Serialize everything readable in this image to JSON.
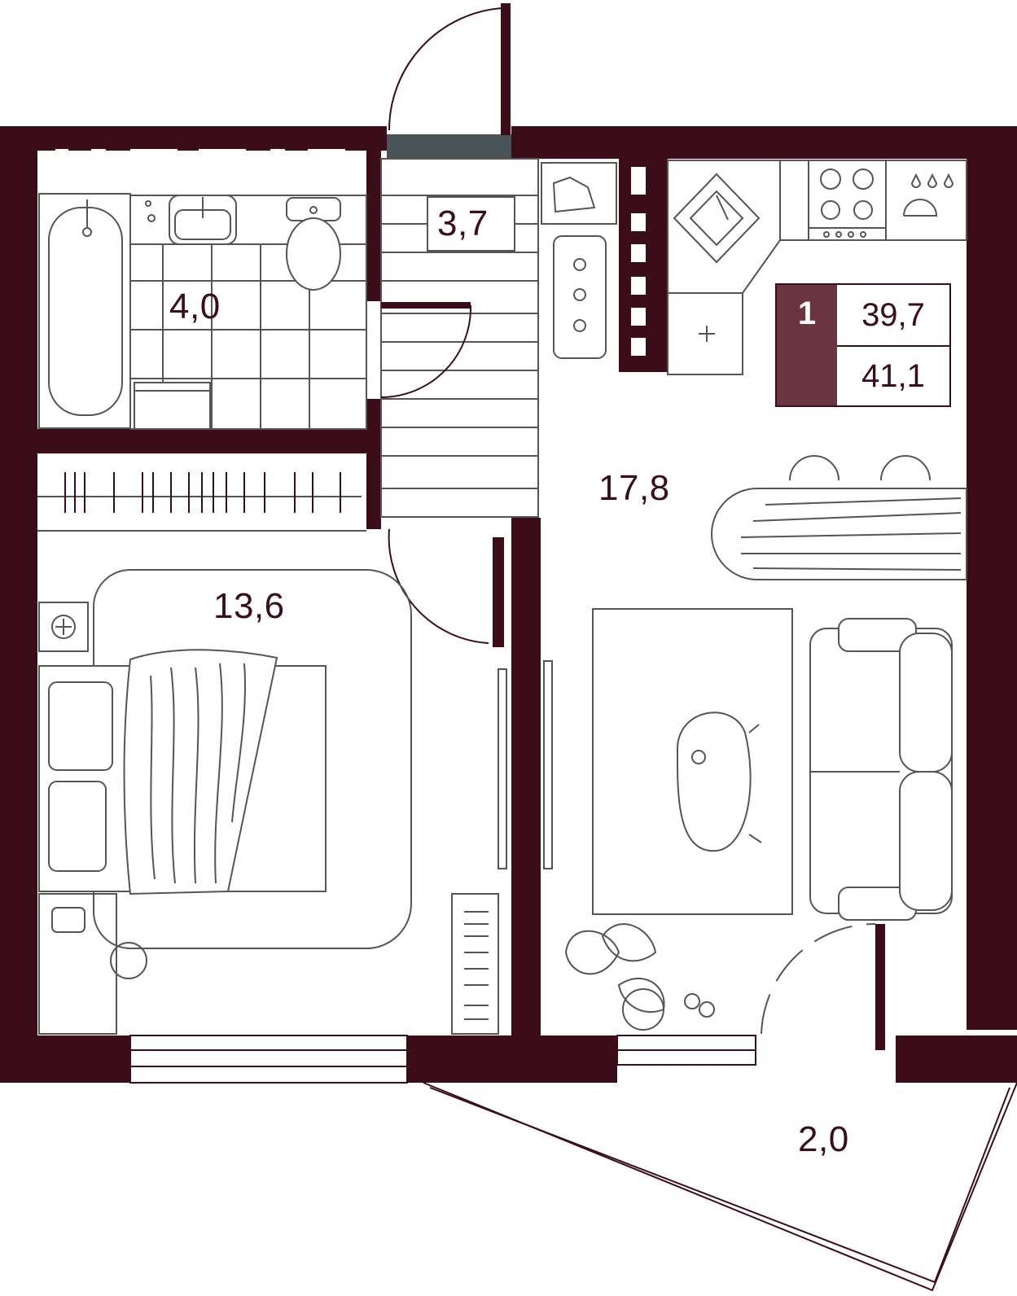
{
  "rooms": {
    "entrance": {
      "area": "3,7"
    },
    "bathroom": {
      "area": "4,0"
    },
    "bedroom": {
      "area": "13,6"
    },
    "living_kitchen": {
      "area": "17,8"
    },
    "balcony": {
      "area": "2,0"
    }
  },
  "summary": {
    "room_count": "1",
    "living_area": "39,7",
    "total_area": "41,1"
  },
  "colors": {
    "wall": "#3a0d18",
    "badge_fill": "#6b3441",
    "door_panel": "#4a5358",
    "line": "#555555"
  }
}
